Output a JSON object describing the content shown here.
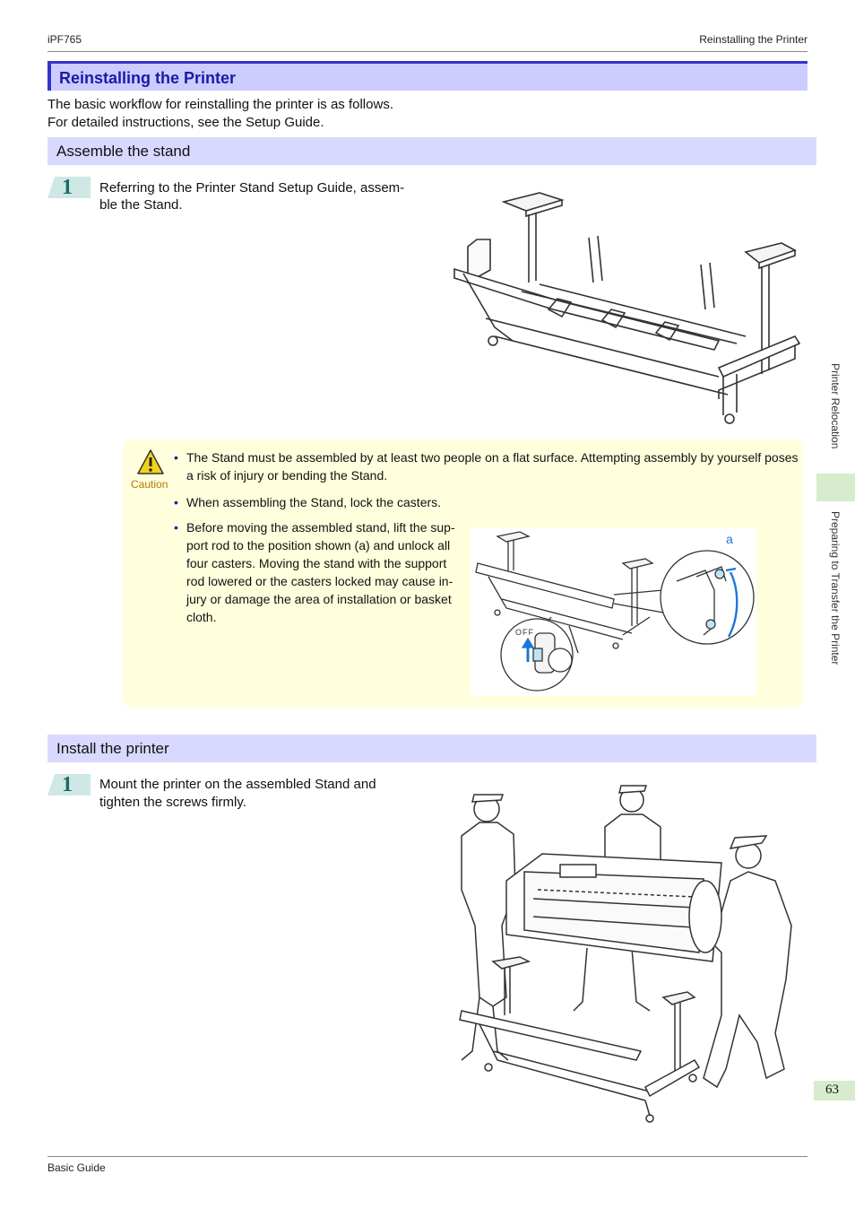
{
  "header": {
    "left": "iPF765",
    "right": "Reinstalling the Printer"
  },
  "title": "Reinstalling the Printer",
  "intro": [
    "The basic workflow for reinstalling the printer is as follows.",
    "For detailed instructions, see the Setup Guide."
  ],
  "sections": [
    {
      "heading": "Assemble the stand",
      "step_number": "1",
      "step_lines": [
        "Referring to the Printer Stand Setup Guide, assem-",
        "ble the Stand."
      ]
    },
    {
      "heading": "Install the printer",
      "step_number": "1",
      "step_lines": [
        "Mount the printer on the assembled Stand and",
        "tighten the screws firmly."
      ]
    }
  ],
  "caution": {
    "label": "Caution",
    "bullets": [
      [
        "The Stand must be assembled by at least two people on a flat surface. Attempting assembly by yourself poses",
        "a risk of injury or bending the Stand."
      ],
      [
        "When assembling the Stand, lock the casters."
      ],
      [
        "Before moving the assembled stand, lift the sup-",
        "port rod to the position shown (a) and unlock all",
        "four casters. Moving the stand with the support",
        "rod lowered or the casters locked may cause in-",
        "jury or damage the area of installation or basket",
        "cloth."
      ]
    ],
    "figure_label_a": "a",
    "figure_label_off": "OFF"
  },
  "side_tabs": {
    "upper": "Printer Relocation",
    "lower": "Preparing to Transfer the Printer"
  },
  "page_number": "63",
  "footer": "Basic Guide",
  "colors": {
    "title_text": "#1a1aa8",
    "title_bar": "#ccccff",
    "section_bar": "#d9d9ff",
    "caution_bg": "#ffffdd",
    "tab_green": "#d6eccc"
  }
}
